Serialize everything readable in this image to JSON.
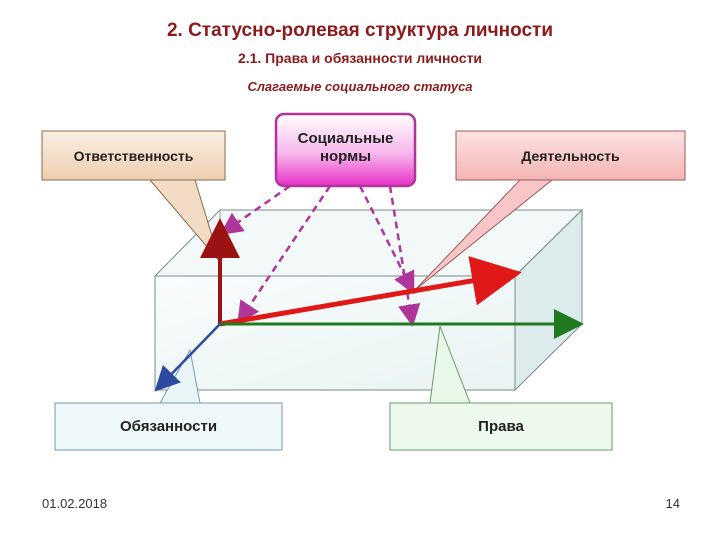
{
  "slide": {
    "title": "2. Статусно-ролевая структура личности",
    "subtitle": "2.1. Права и обязанности личности",
    "subheading": "Слагаемые социального статуса"
  },
  "callouts": {
    "responsibility": "Ответственность",
    "social_norms": "Социальные нормы",
    "activity": "Деятельность",
    "duties": "Обязанности",
    "rights": "Права"
  },
  "footer": {
    "date": "01.02.2018",
    "page": "14"
  },
  "colors": {
    "title": "#8b1a1a",
    "responsibility_fill": "#f3dcc6",
    "norms_fill": "#f24fd0",
    "activity_fill": "#f8c6c6",
    "duties_fill": "#eaf5f8",
    "rights_fill": "#eaf8ea",
    "arrow_red": "#e01818",
    "arrow_darkred": "#9a1212",
    "arrow_green": "#1f7a1f",
    "arrow_blue": "#2c4aa0",
    "dashed": "#b0359a"
  }
}
